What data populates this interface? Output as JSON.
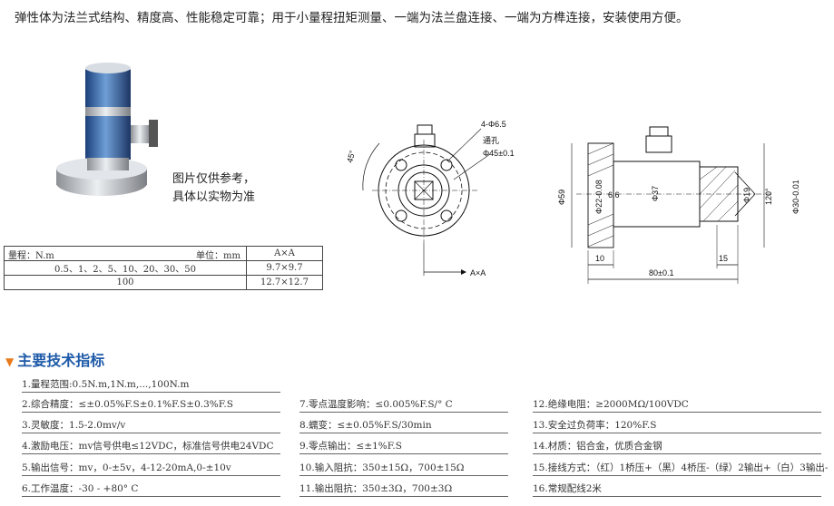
{
  "intro": "弹性体为法兰式结构、精度高、性能稳定可靠；用于小量程扭矩测量、一端为法兰盘连接、一端为方榫连接，安装使用方便。",
  "photo_note": [
    "图片仅供参考，",
    "具体以实物为准"
  ],
  "table": {
    "header_left": "量程：N.m",
    "header_unit": "单位：mm",
    "header_col2": "A×A",
    "rows": [
      {
        "range": "0.5、1、2、5、10、20、30、50",
        "size": "9.7×9.7"
      },
      {
        "range": "100",
        "size": "12.7×12.7"
      }
    ]
  },
  "drawing": {
    "holes": "4-Φ6.5",
    "through": "通孔",
    "bolt_circle": "Φ45±0.1",
    "angle45": "45°",
    "section": "A×A",
    "d59": "Φ59",
    "d22": "Φ22-0.08",
    "dim66": "6.6",
    "d37": "Φ37",
    "d19": "Φ19",
    "angle120": "120°",
    "d30": "Φ30-0.01",
    "len10": "10",
    "len80": "80±0.1",
    "len15": "15"
  },
  "section_title": "主要技术指标",
  "specs": {
    "col1": [
      "1.量程范围:0.5N.m,1N.m,...,100N.m",
      "2.综合精度：≤±0.05%F.S±0.1%F.S±0.3%F.S",
      "3.灵敏度：1.5-2.0mv/v",
      "4.激励电压：mv信号供电≤12VDC，标准信号供电24VDC",
      "5.输出信号：mv，0-±5v，4-12-20mA,0-±10v",
      "6.工作温度：-30 - +80° C"
    ],
    "col2": [
      "7.零点温度影响：≤0.005%F.S/° C",
      "8.蠕变：≤±0.05%F.S/30min",
      "9.零点输出：≤±1%F.S",
      "10.输入阻抗：350±15Ω，700±15Ω",
      "11.输出阻抗：350±3Ω，700±3Ω"
    ],
    "col3": [
      "12.绝缘电阻：≥2000MΩ/100VDC",
      "13.安全过负荷率：120%F.S",
      "14.材质：铝合金，优质合金钢",
      "15.接线方式：（红）1桥压+（黑）4桥压-（绿）2输出+（白）3输出-",
      "16.常规配线2米"
    ]
  },
  "colors": {
    "accent": "#1e5aa8",
    "marker": "#e87a1c"
  }
}
